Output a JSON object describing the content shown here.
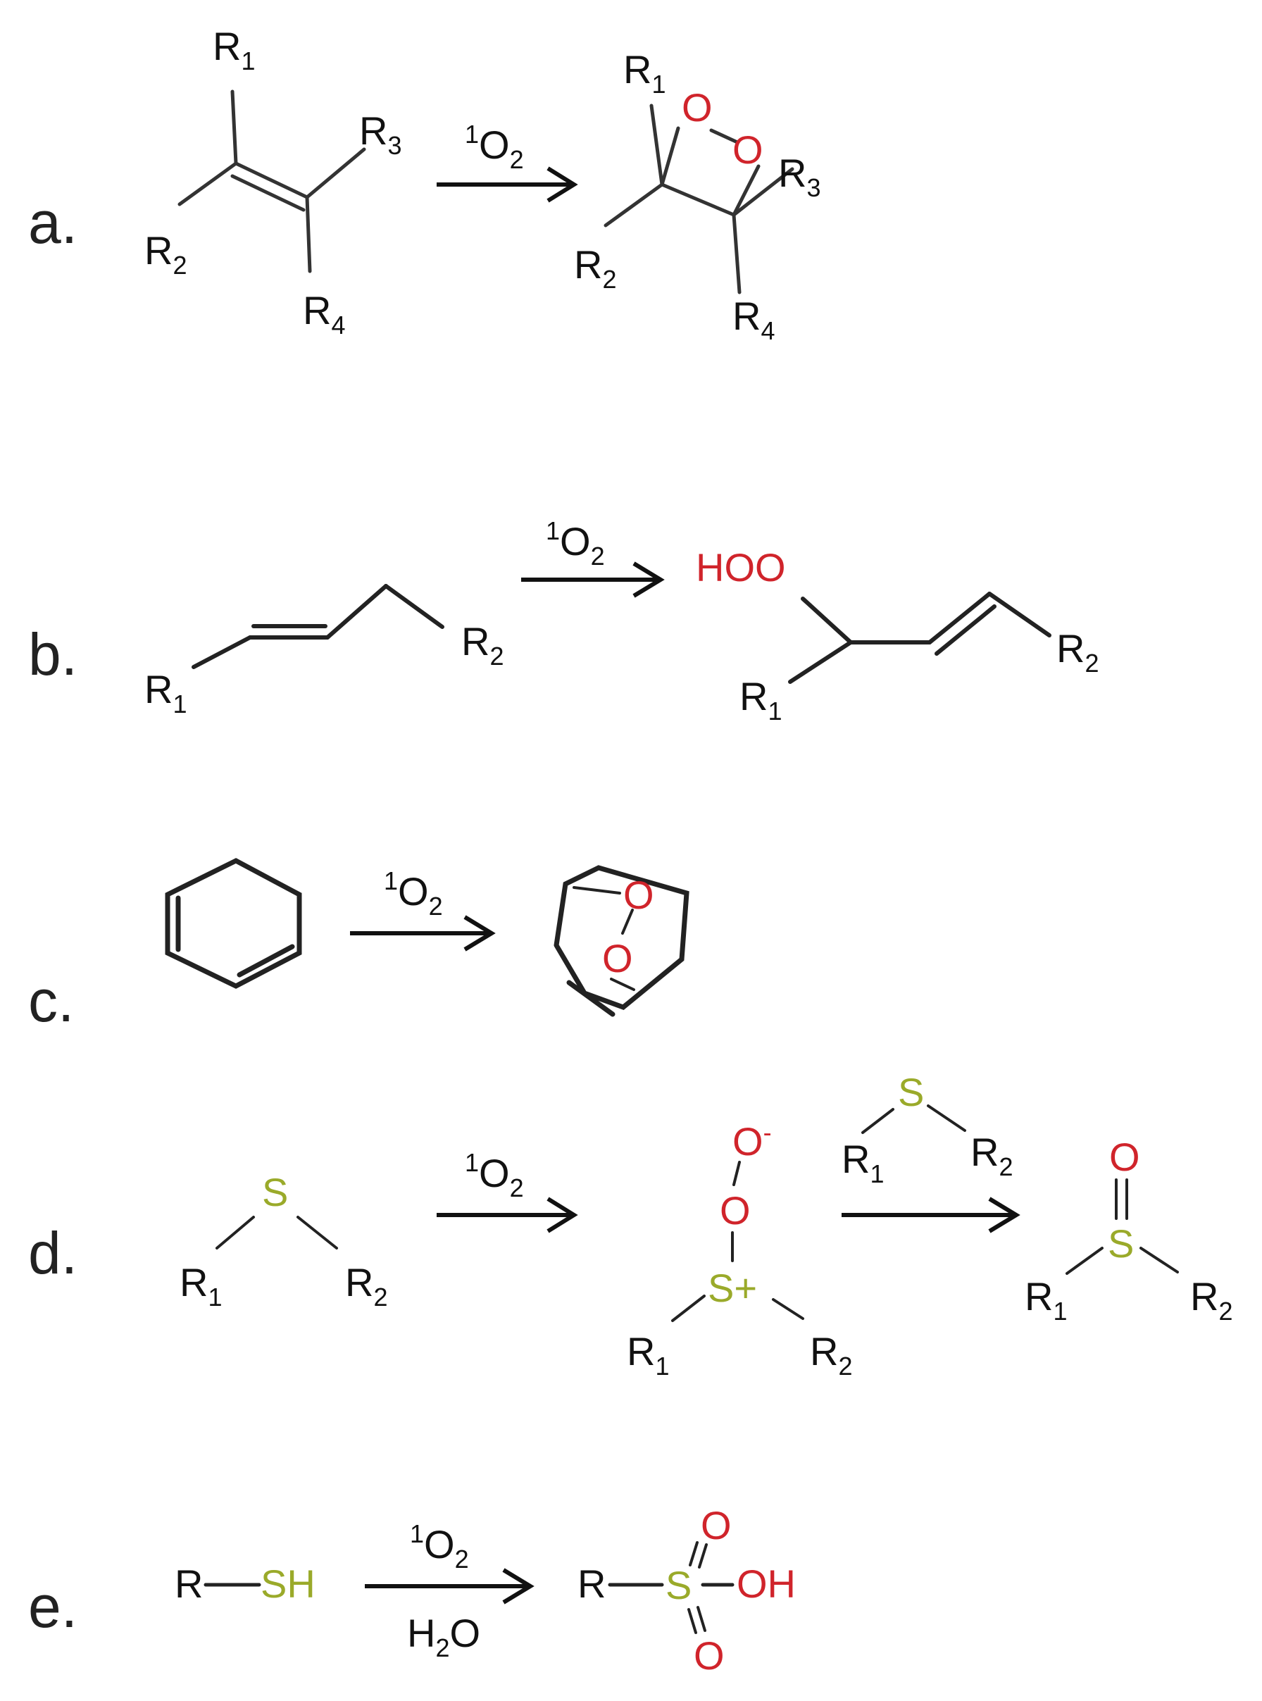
{
  "panels": {
    "a": "a.",
    "b": "b.",
    "c": "c.",
    "d": "d.",
    "e": "e."
  },
  "reagents": {
    "singlet_oxygen_sup": "1",
    "singlet_oxygen_base": "O",
    "singlet_oxygen_sub": "2",
    "water": "H",
    "water_sub": "2",
    "water_end": "O"
  },
  "atoms": {
    "R": "R",
    "sub1": "1",
    "sub2": "2",
    "sub3": "3",
    "sub4": "4",
    "O": "O",
    "O_minus": "O",
    "minus": "-",
    "S": "S",
    "S_plus": "S+",
    "HOO": "HOO",
    "SH": "SH",
    "OH": "OH"
  },
  "colors": {
    "oxygen": "#d0242b",
    "sulfur": "#9aaa2a",
    "bond": "#222222",
    "text": "#111111"
  }
}
